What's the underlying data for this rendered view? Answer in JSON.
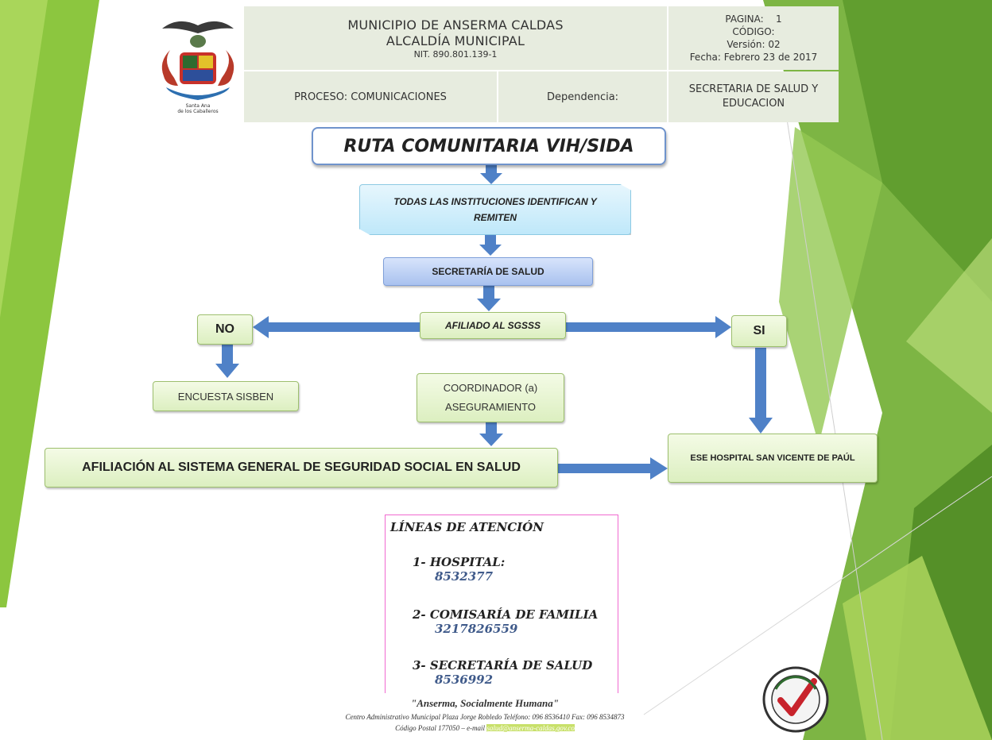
{
  "header": {
    "municipality": "MUNICIPIO DE ANSERMA CALDAS",
    "office": "ALCALDÍA MUNICIPAL",
    "nit": "NIT. 890.801.139-1",
    "page_label": "PAGINA:",
    "page_value": "1",
    "code_label": "CÓDIGO:",
    "version": "Versión: 02",
    "date": "Fecha: Febrero 23 de 2017",
    "process": "PROCESO: COMUNICACIONES",
    "dependency_label": "Dependencia:",
    "dependency_value": "SECRETARIA DE SALUD Y EDUCACION",
    "logo_caption_1": "Santa Ana",
    "logo_caption_2": "de los Caballeros"
  },
  "flow": {
    "title": "RUTA COMUNITARIA VIH/SIDA",
    "step1": "TODAS LAS INSTITUCIONES IDENTIFICAN Y REMITEN",
    "step2": "SECRETARÍA DE SALUD",
    "decision": "AFILIADO AL SGSSS",
    "no": "NO",
    "si": "SI",
    "survey": "ENCUESTA SISBEN",
    "coordinator_1": "COORDINADOR (a)",
    "coordinator_2": "ASEGURAMIENTO",
    "affiliation": "AFILIACIÓN AL SISTEMA GENERAL DE SEGURIDAD SOCIAL EN SALUD",
    "hospital": "ESE HOSPITAL SAN VICENTE DE PAÚL"
  },
  "lines": {
    "title": "LÍNEAS DE ATENCIÓN",
    "items": [
      {
        "label": "1- HOSPITAL:",
        "phone": "8532377"
      },
      {
        "label": "2- COMISARÍA DE FAMILIA",
        "phone": "3217826559"
      },
      {
        "label": "3- SECRETARÍA DE SALUD",
        "phone": "8536992"
      }
    ]
  },
  "footer": {
    "slogan": "\"Anserma, Socialmente Humana\"",
    "address": "Centro Administrativo Municipal Plaza Jorge Robledo Teléfono: 096 8536410 Fax: 096 8534873",
    "postal": "Código Postal 177050 – e-mail",
    "email": "salud@anserma-caldas.gov.co"
  },
  "colors": {
    "arrow": "#4f81c7",
    "green_dark": "#5e9b2d",
    "green_light": "#a8d15a",
    "phone": "#3f5a8a"
  }
}
